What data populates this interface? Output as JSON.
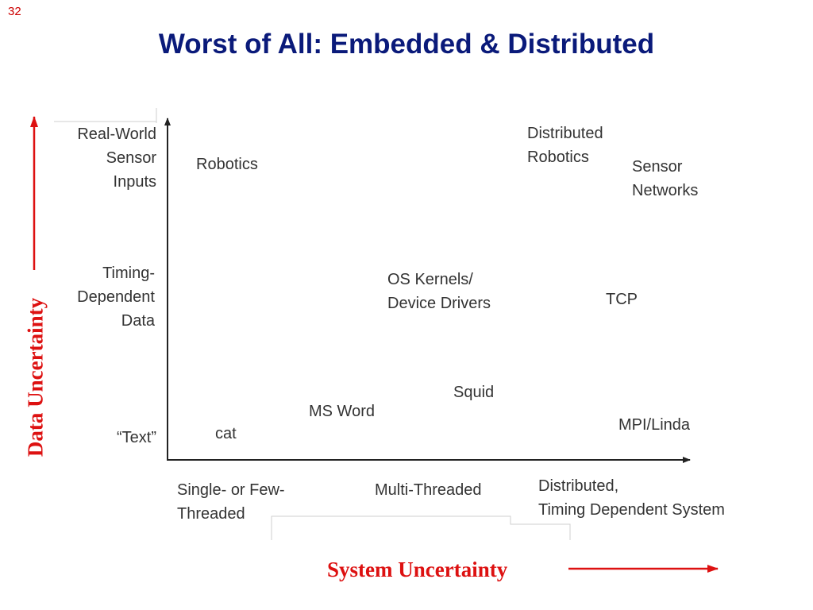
{
  "slide": {
    "number": "32",
    "title": "Worst of All: Embedded & Distributed"
  },
  "diagram": {
    "y_axis_title": "Data Uncertainty",
    "x_axis_title": "System Uncertainty",
    "y_levels": [
      [
        "Real-World",
        "Sensor",
        "Inputs"
      ],
      [
        "Timing-",
        "Dependent",
        "Data"
      ],
      [
        "“Text”"
      ]
    ],
    "x_levels": [
      [
        "Single- or Few-",
        "Threaded"
      ],
      [
        "Multi-Threaded"
      ],
      [
        "Distributed,",
        "Timing Dependent System"
      ]
    ],
    "items": [
      [
        "Robotics"
      ],
      [
        "Distributed",
        "Robotics"
      ],
      [
        "Sensor",
        "Networks"
      ],
      [
        "OS Kernels/",
        "Device Drivers"
      ],
      [
        "TCP"
      ],
      [
        "Squid"
      ],
      [
        "MS Word"
      ],
      [
        "cat"
      ],
      [
        "MPI/Linda"
      ]
    ],
    "colors": {
      "title": "#0a1a7a",
      "axis_title": "#dd1111",
      "label": "#333333",
      "axis": "#222222"
    }
  }
}
